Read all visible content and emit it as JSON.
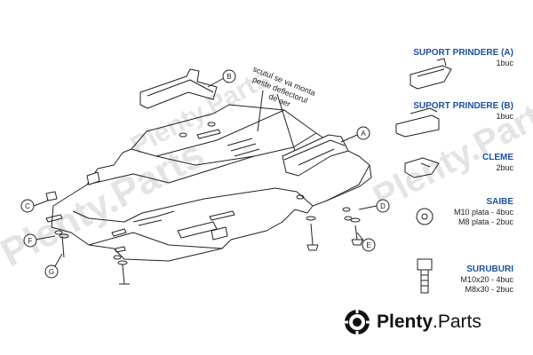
{
  "watermark": {
    "text": "Plenty.Parts"
  },
  "note": {
    "lines": [
      "scutul se va monta",
      "peste deflectorul",
      "de aer"
    ]
  },
  "callouts": [
    "A",
    "B",
    "C",
    "D",
    "E",
    "F",
    "G"
  ],
  "parts": [
    {
      "title": "SUPORT PRINDERE (A)",
      "qty": [
        "1buc"
      ]
    },
    {
      "title": "SUPORT PRINDERE (B)",
      "qty": [
        "1buc"
      ]
    },
    {
      "title": "CLEME",
      "qty": [
        "2buc"
      ]
    },
    {
      "title": "SAIBE",
      "qty": [
        "M10 plata - 4buc",
        "M8 plata - 2buc"
      ]
    },
    {
      "title": "SURUBURI",
      "qty": [
        "M10x20 - 4buc",
        "M8x30 - 2buc"
      ]
    }
  ],
  "brand": {
    "name_bold": "Plenty",
    "name_rest": ".Parts"
  },
  "colors": {
    "title_blue": "#1f4fa0",
    "line": "#222222",
    "watermark": "#e4e4e4"
  }
}
